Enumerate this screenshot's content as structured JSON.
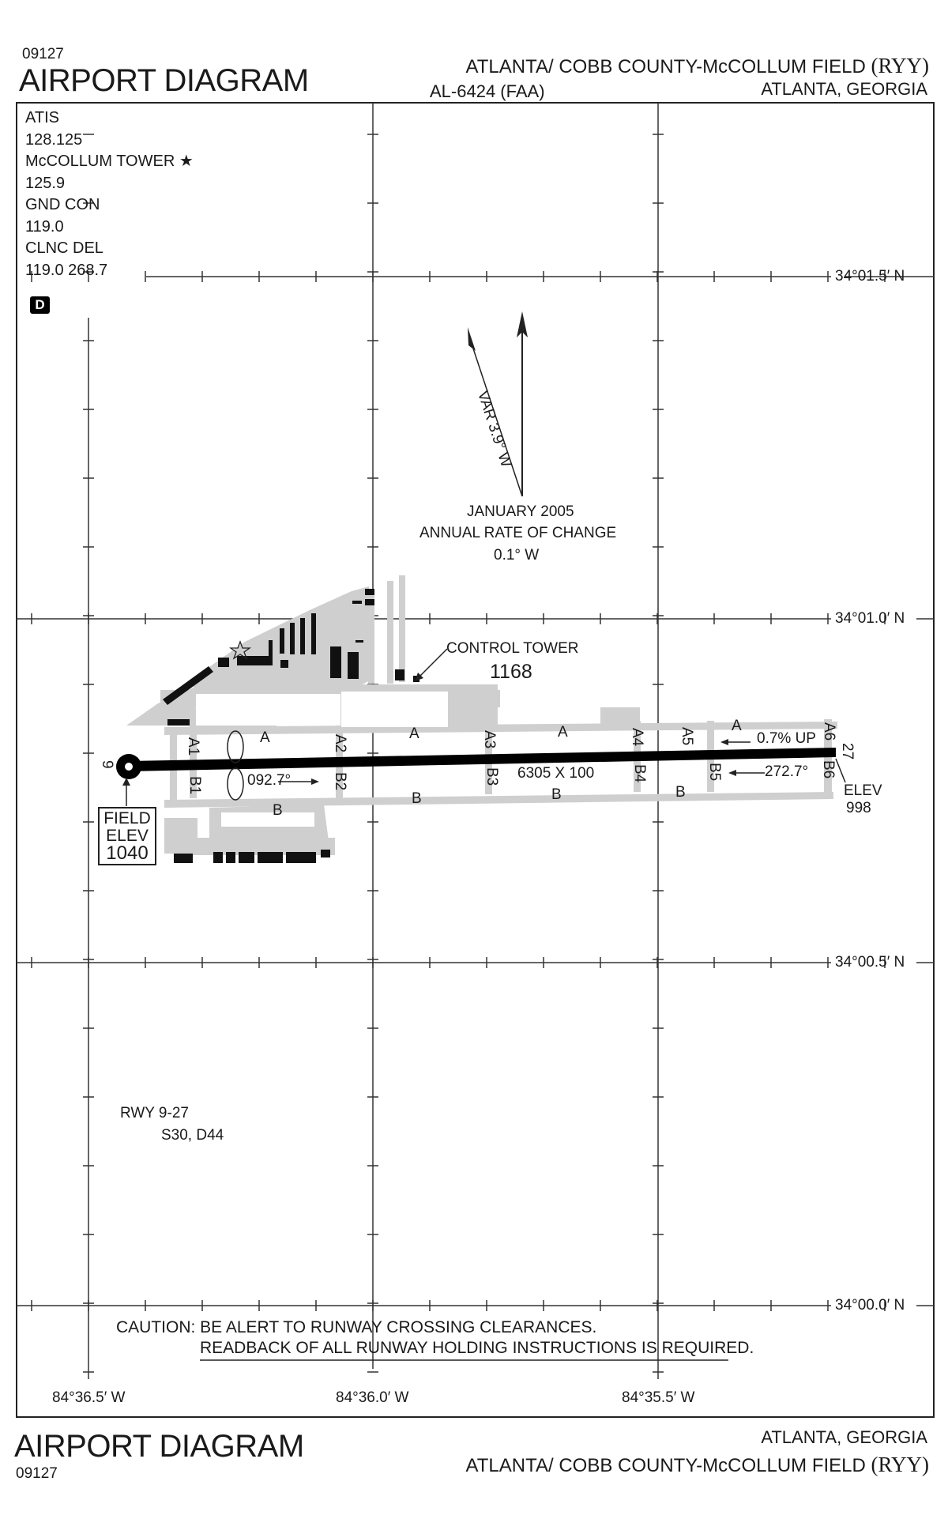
{
  "header": {
    "chart_number": "09127",
    "title": "AIRPORT DIAGRAM",
    "airport_name": "ATLANTA/ COBB COUNTY-McCOLLUM FIELD",
    "airport_id": "(RYY)",
    "procedure_id": "AL-6424 (FAA)",
    "city_state": "ATLANTA, GEORGIA"
  },
  "frequencies": [
    "ATIS",
    "128.125",
    "McCOLLUM TOWER ★",
    "125.9",
    "GND CON",
    "119.0",
    "CLNC DEL",
    "119.0  268.7"
  ],
  "d_symbol": "D",
  "magnetic": {
    "variation": "VAR 3.9° W",
    "date": "JANUARY 2005",
    "rate_label": "ANNUAL RATE OF CHANGE",
    "rate_value": "0.1°  W"
  },
  "latitudes": [
    "34°01.5′ N",
    "34°01.0′ N",
    "34°00.5′ N",
    "34°00.0′ N"
  ],
  "longitudes": [
    "84°36.5′ W",
    "84°36.0′ W",
    "84°35.5′ W"
  ],
  "control_tower": {
    "label": "CONTROL TOWER",
    "elevation": "1168"
  },
  "runway": {
    "end_west": "9",
    "end_east": "27",
    "dimensions": "6305 X 100",
    "heading_west": "092.7°",
    "heading_east": "272.7°",
    "slope": "0.7% UP",
    "east_elev_label": "ELEV",
    "east_elev_value": "998",
    "strength_title": "RWY 9-27",
    "strength_value": "S30, D44"
  },
  "field_elev": {
    "line1": "FIELD",
    "line2": "ELEV",
    "value": "1040"
  },
  "taxiways": {
    "A": "A",
    "B": "B",
    "A1": "A1",
    "A2": "A2",
    "A3": "A3",
    "A4": "A4",
    "A5": "A5",
    "A6": "A6",
    "B1": "B1",
    "B2": "B2",
    "B3": "B3",
    "B4": "B4",
    "B5": "B5",
    "B6": "B6"
  },
  "caution": {
    "line1": "CAUTION: BE ALERT TO RUNWAY CROSSING CLEARANCES.",
    "line2": "READBACK OF ALL RUNWAY HOLDING INSTRUCTIONS IS REQUIRED."
  },
  "footer": {
    "title": "AIRPORT DIAGRAM",
    "chart_number": "09127",
    "city_state": "ATLANTA, GEORGIA",
    "airport_name": "ATLANTA/ COBB COUNTY-McCOLLUM FIELD",
    "airport_id": "(RYY)"
  },
  "colors": {
    "pavement": "#cfcfcf",
    "runway": "#000000",
    "ink": "#1a1a1a"
  }
}
